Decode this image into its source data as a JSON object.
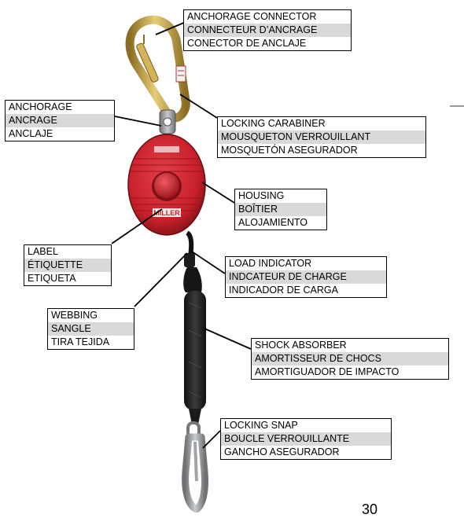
{
  "callouts": {
    "anchorage_connector": {
      "en": "ANCHORAGE CONNECTOR",
      "fr": "CONNECTEUR D’ANCRAGE",
      "es": "CONECTOR DE ANCLAJE"
    },
    "anchorage": {
      "en": "ANCHORAGE",
      "fr": "ANCRAGE",
      "es": "ANCLAJE"
    },
    "locking_carabiner": {
      "en": "LOCKING CARABINER",
      "fr": "MOUSQUETON VERROUILLANT",
      "es": "MOSQUETÓN ASEGURADOR"
    },
    "housing": {
      "en": "HOUSING",
      "fr": "BOÎTIER",
      "es": "ALOJAMIENTO"
    },
    "label": {
      "en": "LABEL",
      "fr": "ÉTIQUETTE",
      "es": "ETIQUETA"
    },
    "load_indicator": {
      "en": "LOAD INDICATOR",
      "fr": "INDCATEUR DE CHARGE",
      "es": "INDICADOR DE CARGA"
    },
    "webbing": {
      "en": "WEBBING",
      "fr": "SANGLE",
      "es": "TIRA TEJIDA"
    },
    "shock_absorber": {
      "en": "SHOCK ABSORBER",
      "fr": "AMORTISSEUR DE CHOCS",
      "es": "AMORTIGUADOR DE IMPACTO"
    },
    "locking_snap": {
      "en": "LOCKING SNAP",
      "fr": "BOUCLE VERROUILLANTE",
      "es": "GANCHO ASEGURADOR"
    }
  },
  "device_label_text": "MILLER",
  "page_number": "30",
  "colors": {
    "carabiner_gold": "#c9a94a",
    "housing_red": "#c8202a",
    "webbing_dark": "#1c1c1c",
    "snap_steel": "#9a9da0",
    "callout_alt_row": "#d9d9d9"
  }
}
